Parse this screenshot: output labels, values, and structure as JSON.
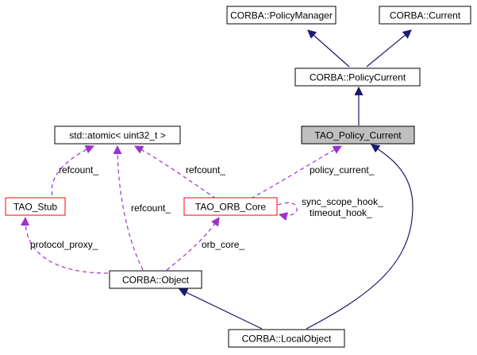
{
  "colors": {
    "inheritance": "#191970",
    "usage": "#9a32cd",
    "focus_fill": "#bfbfbf",
    "red_border": "#ff0000",
    "black_border": "#000000"
  },
  "nodes": {
    "policy_manager": "CORBA::PolicyManager",
    "current": "CORBA::Current",
    "policy_current": "CORBA::PolicyCurrent",
    "tao_policy_current": "TAO_Policy_Current",
    "std_atomic": "std::atomic< uint32_t >",
    "tao_stub": "TAO_Stub",
    "tao_orb_core": "TAO_ORB_Core",
    "corba_object": "CORBA::Object",
    "local_object": "CORBA::LocalObject"
  },
  "edge_labels": {
    "stub_refcount": "refcount_",
    "object_refcount": "refcount_",
    "orb_refcount": "refcount_",
    "policy_current": "policy_current_",
    "sync_scope_hook": "sync_scope_hook_",
    "timeout_hook": "timeout_hook_",
    "protocol_proxy": "protocol_proxy_",
    "orb_core": "orb_core_"
  }
}
